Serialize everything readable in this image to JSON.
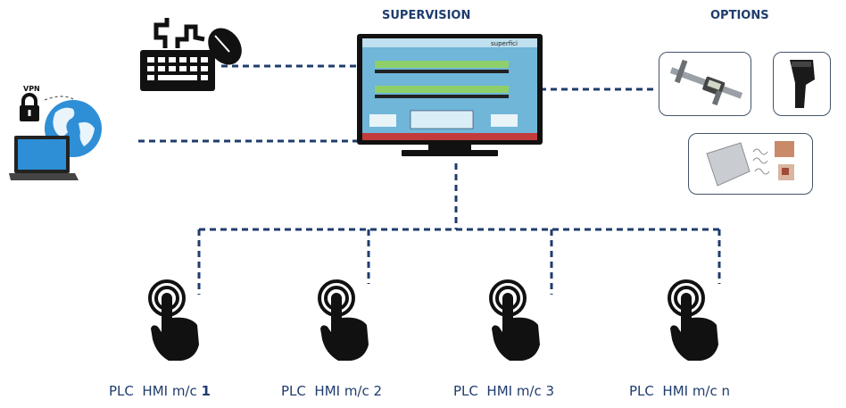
{
  "headings": {
    "supervision": "SUPERVISION",
    "options": "OPTIONS"
  },
  "remote": {
    "vpn_label": "VPN"
  },
  "monitor": {
    "brand": "superfici"
  },
  "machines": [
    {
      "prefix": "PLC  HMI m/c ",
      "id": "1",
      "id_bold": true
    },
    {
      "prefix": "PLC  HMI m/c ",
      "id": "2",
      "id_bold": false
    },
    {
      "prefix": "PLC  HMI m/c ",
      "id": "3",
      "id_bold": false
    },
    {
      "prefix": "PLC  HMI m/c ",
      "id": "n",
      "id_bold": false
    }
  ],
  "colors": {
    "line": "#1f3c6e",
    "heading": "#1f3c6e",
    "screen_bg": "#6fb6d8",
    "monitor_body": "#111111"
  },
  "icons": [
    "keyboard-mouse-icon",
    "vpn-lock-icon",
    "globe-icon",
    "laptop-icon",
    "monitor-icon",
    "caliper-icon",
    "barcode-scanner-icon",
    "rfid-reader-icon",
    "touch-hand-icon"
  ]
}
